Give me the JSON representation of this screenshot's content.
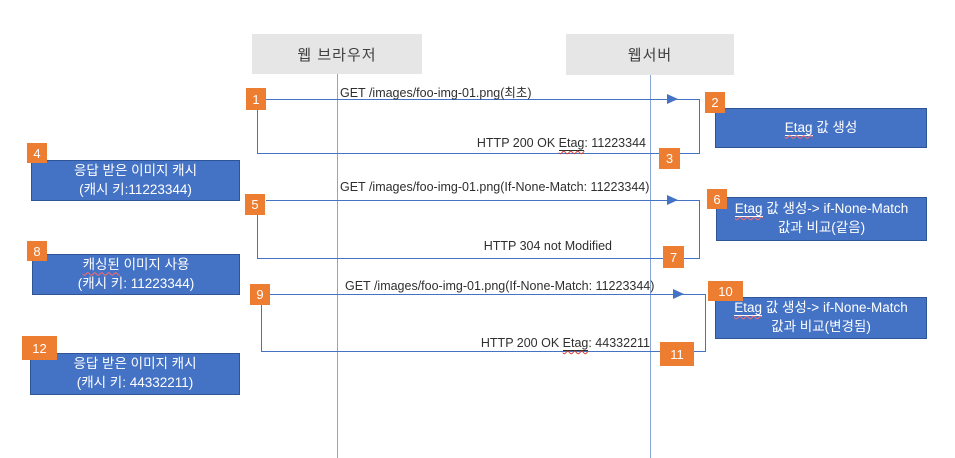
{
  "actors": {
    "browser": "웹 브라우저",
    "server": "웹서버"
  },
  "badges": [
    "1",
    "2",
    "3",
    "4",
    "5",
    "6",
    "7",
    "8",
    "9",
    "10",
    "11",
    "12"
  ],
  "messages": {
    "m1": {
      "text": "GET /images/foo-img-01.png(최초)"
    },
    "m2": {
      "pre": "HTTP 200 OK ",
      "etag": "Etag",
      "post": ": 11223344"
    },
    "m3": {
      "text": "GET /images/foo-img-01.png(If-None-Match: 11223344)"
    },
    "m4": {
      "text": "HTTP 304 not Modified"
    },
    "m5": {
      "text": "GET /images/foo-img-01.png(If-None-Match: 11223344)"
    },
    "m6": {
      "pre": "HTTP 200 OK ",
      "etag": "Etag",
      "post": ": 44332211"
    }
  },
  "steps": {
    "step2": {
      "etag": "Etag",
      "rest": " 값 생성"
    },
    "step4": {
      "line1": "응답 받은 이미지 캐시",
      "line2": "(캐시 키:11223344)"
    },
    "step6": {
      "etag": "Etag",
      "rest": " 값 생성-> if-None-Match",
      "line2": "값과 비교(같음)"
    },
    "step8": {
      "wavy": "캐싱된",
      "rest": " 이미지 사용",
      "line2": "(캐시 키: 11223344)"
    },
    "step10": {
      "etag": "Etag",
      "rest": " 값 생성-> if-None-Match",
      "line2": "값과 비교(변경됨)"
    },
    "step12": {
      "line1": "응답 받은 이미지 캐시",
      "line2": "(캐시 키: 44332211)"
    }
  },
  "colors": {
    "accent_blue": "#4472C4",
    "accent_blue_border": "#2F5597",
    "accent_orange": "#ED7D31",
    "header_gray": "#E7E6E6",
    "lifeline_blue": "#8AA6D2",
    "squiggle_red": "#D83B2F"
  }
}
